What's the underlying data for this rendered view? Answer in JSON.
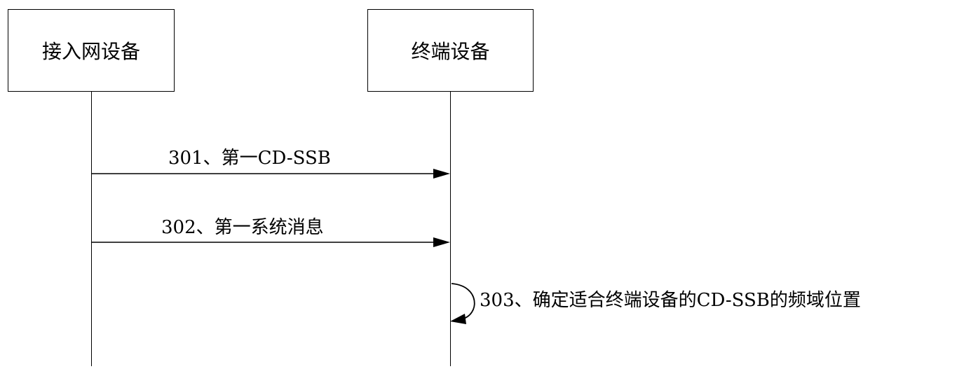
{
  "actors": {
    "access_network_device": "接入网设备",
    "terminal_device": "终端设备"
  },
  "messages": [
    {
      "label": "301、第一CD-SSB"
    },
    {
      "label": "302、第一系统消息"
    },
    {
      "label": "303、确定适合终端设备的CD-SSB的频域位置"
    }
  ]
}
